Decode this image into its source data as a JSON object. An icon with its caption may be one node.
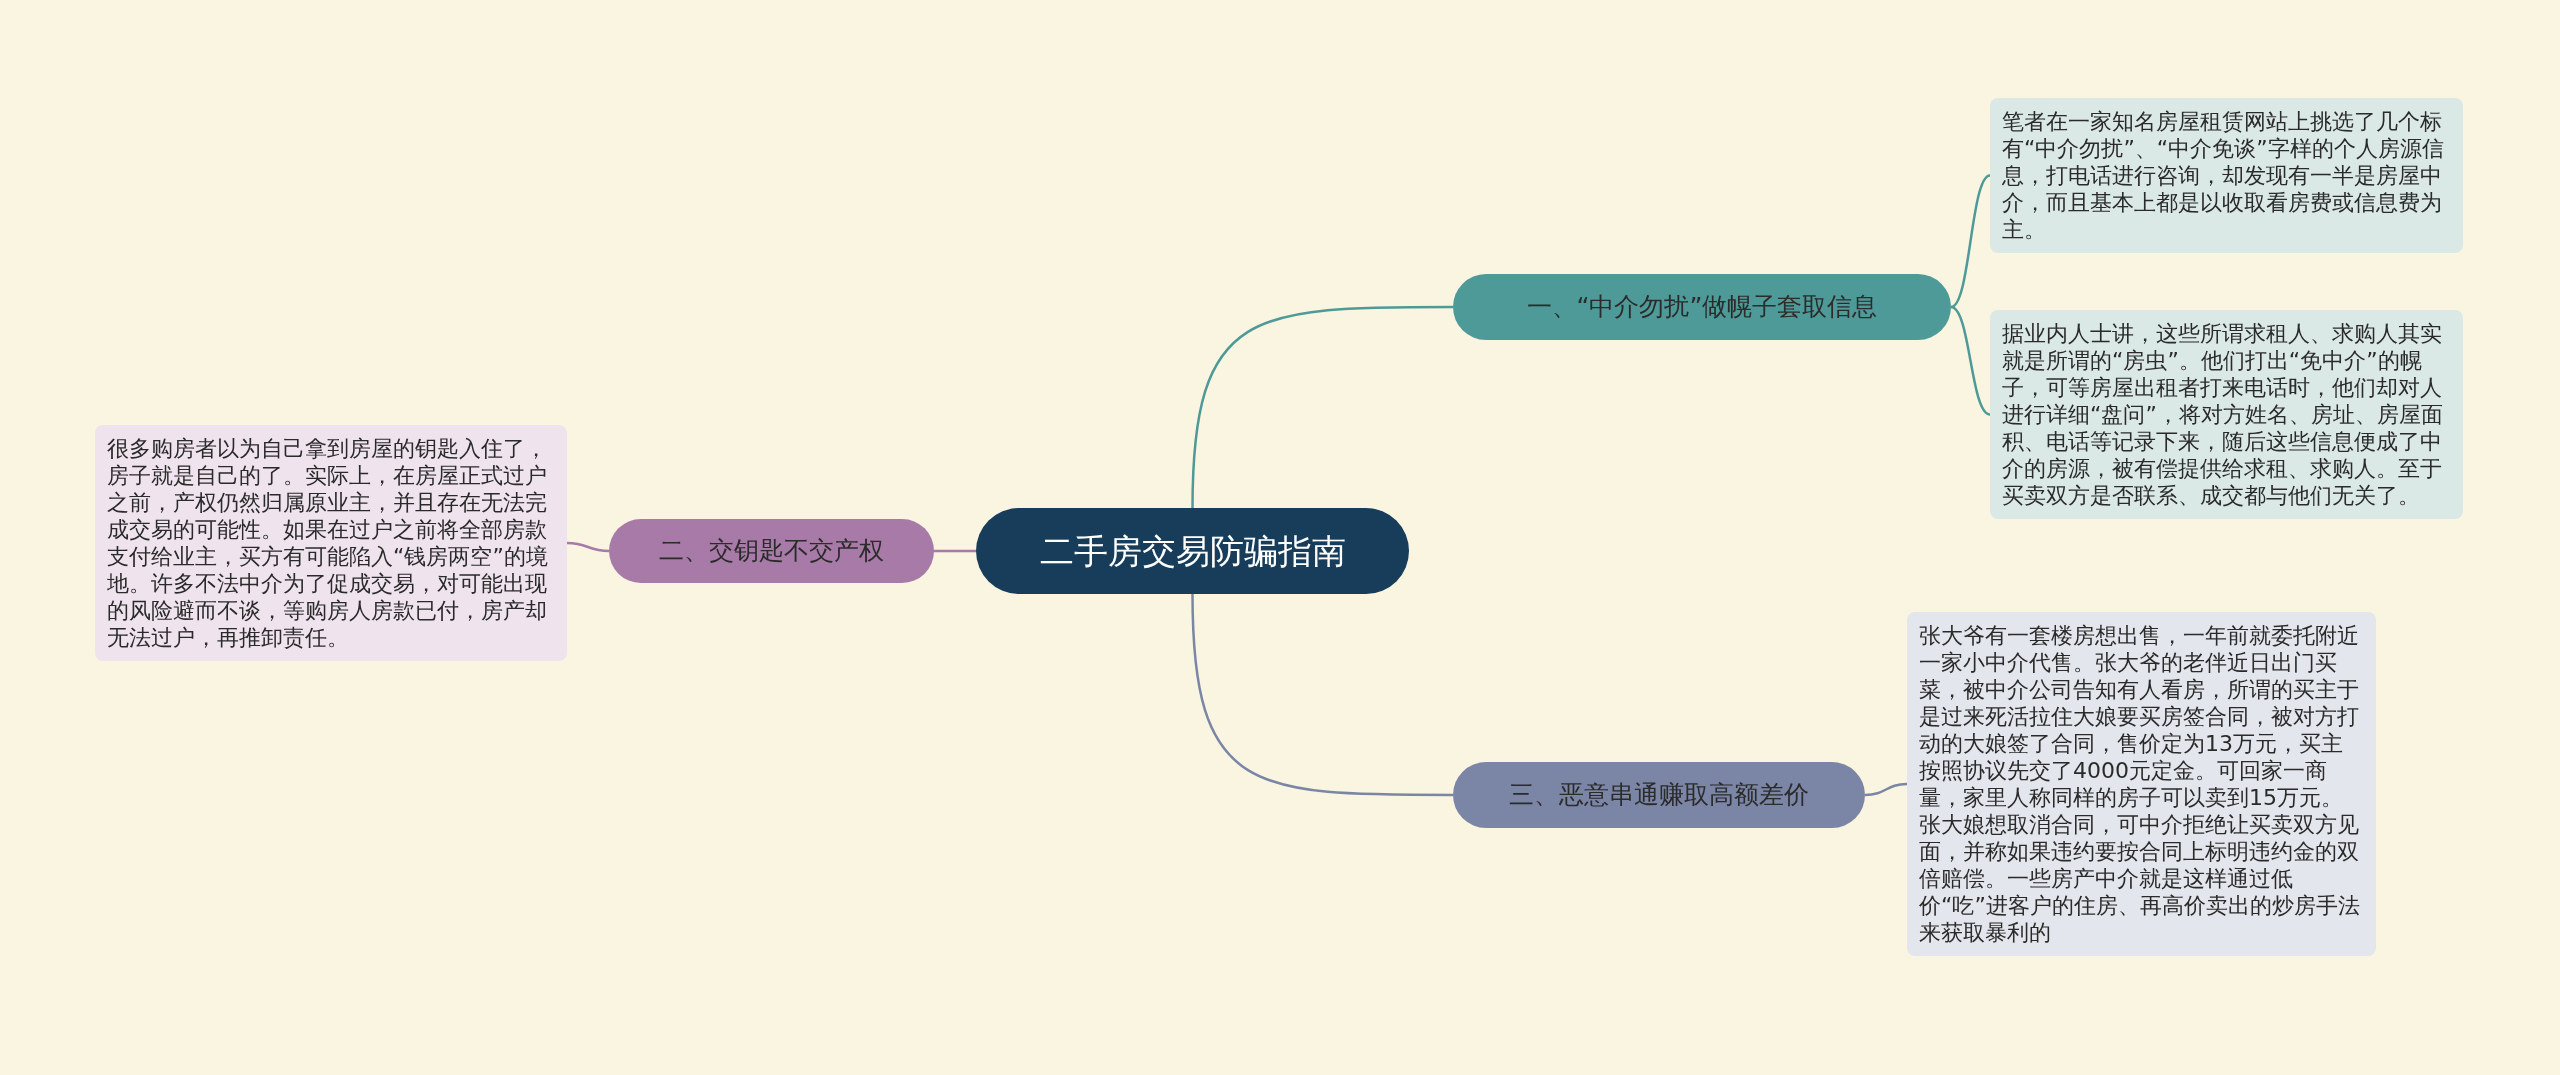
{
  "diagram": {
    "nodes": [
      {
        "text": [
          "二手房交易防骗指南"
        ]
      },
      {
        "text": [
          "一、“中介勿扰”做幌子套取信息"
        ]
      },
      {
        "text": [
          "笔者在一家知名房屋租赁网站上挑选了几个标有“中介勿扰”、“中介免谈”字样的个人房源信息，打电话进行咨询，却发现有一半是房屋中介，而且基本上都是以收取看房费或信息费为主。"
        ]
      },
      {
        "text": [
          "据业内人士讲，这些所谓求租人、求购人其实就是所谓的“房虫”。他们打出“免中介”的幌子，可等房屋出租者打来电话时，他们却对人进行详细“盘问”，将对方姓名、房址、房屋面积、电话等记录下来，随后这些信息便成了中介的房源，被有偿提供给求租、求购人。至于买卖双方是否联系、成交都与他们无关了。"
        ]
      },
      {
        "text": [
          "二、交钥匙不交产权"
        ]
      },
      {
        "text": [
          "很多购房者以为自己拿到房屋的钥匙入住了，房子就是自己的了。实际上，在房屋正式过户之前，产权仍然归属原业主，并且存在无法完成交易的可能性。如果在过户之前将全部房款支付给业主，买方有可能陷入“钱房两空”的境地。许多不法中介为了促成交易，对可能出现的风险避而不谈，等购房人房款已付，房产却无法过户，再推卸责任。"
        ]
      },
      {
        "text": [
          "三、恶意串通赚取高额差价"
        ]
      },
      {
        "text": [
          "张大爷有一套楼房想出售，一年前就委托附近一家小中介代售。张大爷的老伴近日出门买菜，被中介公司告知有人看房，所谓的买主于是过来死活拉住大娘要买房签合同，被对方打动的大娘签了合同，售价定为13万元，买主按照协议先交了4000元定金。可回家一商量，家里人称同样的房子可以卖到15万元。张大娘想取消合同，可中介拒绝让买卖双方见面，并称如果违约要按合同上标明违约金的双倍赔偿。一些房产中介就是这样通过低价“吃”进客户的住房、再高价卖出的炒房手法来获取暴利的"
        ]
      }
    ],
    "edges": [
      {
        "from": 0,
        "to": 1,
        "arrow": "none",
        "color": "#4e9a98"
      },
      {
        "from": 1,
        "to": 2,
        "arrow": "none",
        "color": "#4e9a98"
      },
      {
        "from": 1,
        "to": 3,
        "arrow": "none",
        "color": "#4e9a98"
      },
      {
        "from": 0,
        "to": 4,
        "arrow": "none",
        "color": "#a77aa8"
      },
      {
        "from": 4,
        "to": 5,
        "arrow": "none",
        "color": "#a77aa8"
      },
      {
        "from": 0,
        "to": 6,
        "arrow": "none",
        "color": "#7b86a6"
      },
      {
        "from": 6,
        "to": 7,
        "arrow": "none",
        "color": "#7b86a6"
      }
    ]
  }
}
